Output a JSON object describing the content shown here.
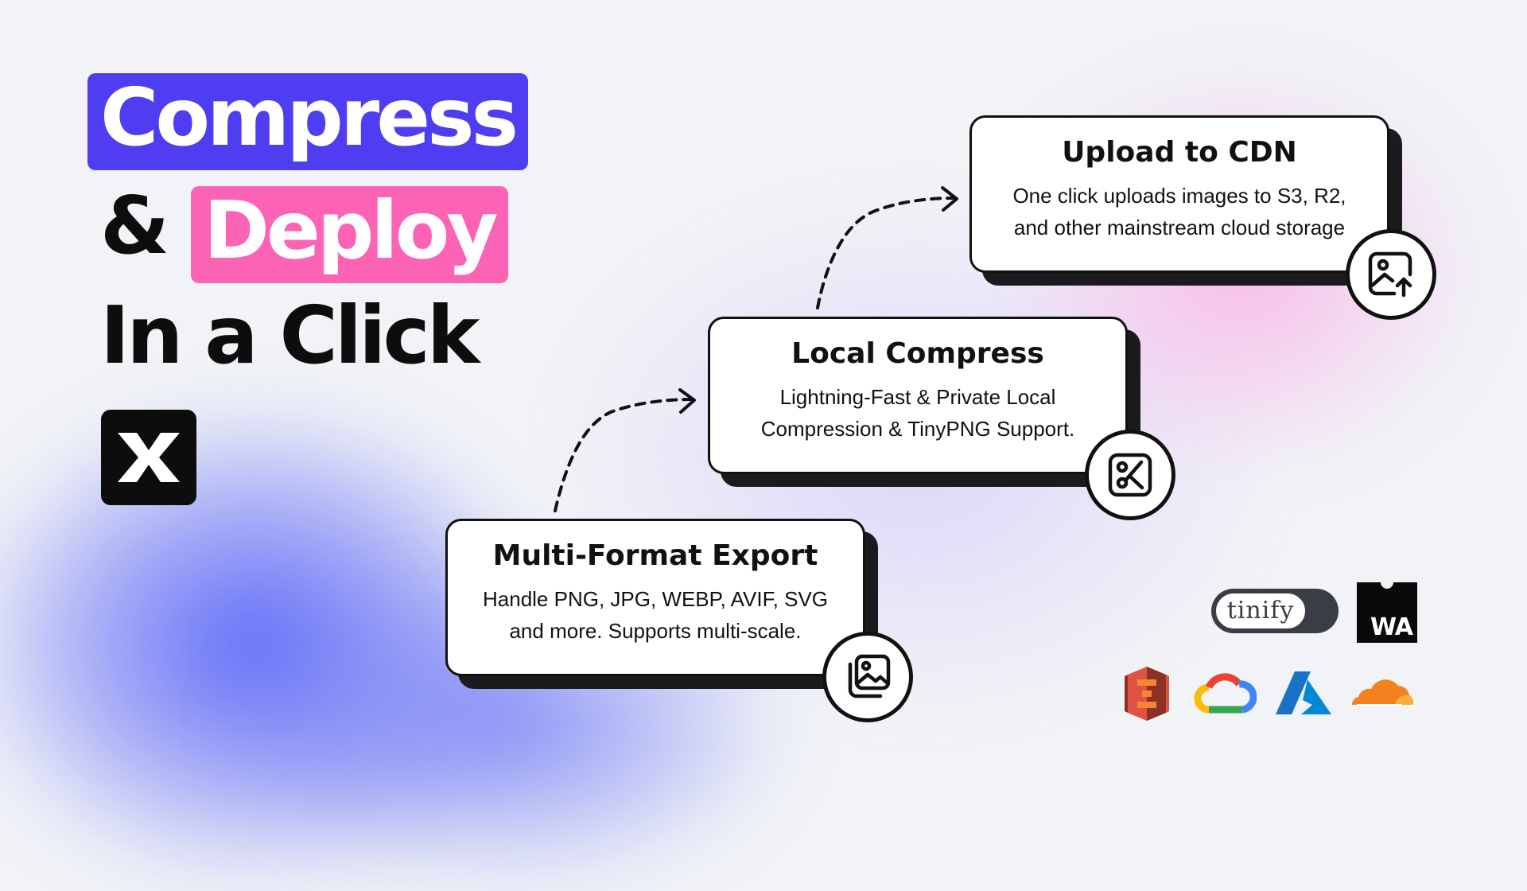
{
  "headline": {
    "word1": "Compress",
    "word2": "&",
    "word3": "Deploy",
    "word4": "In a Click"
  },
  "colors": {
    "compress_bg": "#4f3df2",
    "deploy_bg": "#fc63b5",
    "card_border": "#111111",
    "blob_blue": "#5864f8",
    "blob_pink": "#f8b6e8"
  },
  "cards": {
    "export": {
      "title": "Multi-Format Export",
      "line1": "Handle PNG, JPG, WEBP, AVIF, SVG",
      "line2": "and more. Supports multi-scale.",
      "icon": "image-stack-icon"
    },
    "compress": {
      "title": "Local Compress",
      "line1": "Lightning-Fast & Private Local",
      "line2": "Compression & TinyPNG Support.",
      "icon": "compress-scissors-icon"
    },
    "cdn": {
      "title": "Upload to CDN",
      "line1": "One click uploads images to S3, R2,",
      "line2": "and other mainstream cloud storage",
      "icon": "image-upload-icon"
    }
  },
  "logos": {
    "tinify": "tinify",
    "wa": "WA",
    "others": [
      "aws-s3-logo",
      "google-cloud-logo",
      "azure-logo",
      "cloudflare-logo"
    ]
  }
}
